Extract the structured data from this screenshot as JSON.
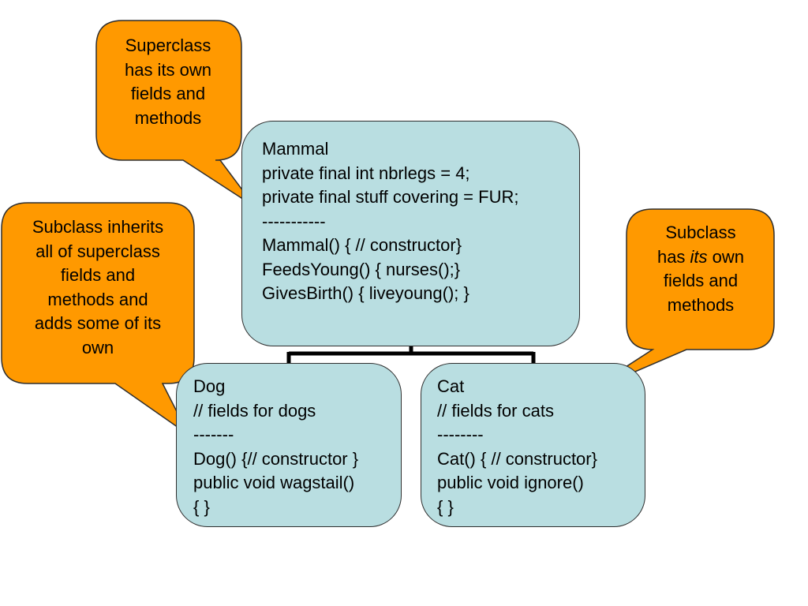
{
  "callouts": {
    "superclass": {
      "lines": [
        "Superclass",
        "has its own",
        "fields and",
        "methods"
      ]
    },
    "subclass_inherits": {
      "lines": [
        "Subclass inherits",
        "all of superclass",
        "fields and",
        "methods and",
        "adds some of its",
        "own"
      ]
    },
    "subclass_own": {
      "line1_a": "has ",
      "line1_em": "its",
      "line1_b": " own",
      "line0": "Subclass",
      "line2": "fields and",
      "line3": "methods"
    }
  },
  "classes": {
    "mammal": {
      "lines": [
        "Mammal",
        "private final int nbrlegs = 4;",
        "private final stuff covering = FUR;",
        "-----------",
        "Mammal() { // constructor}",
        "FeedsYoung() { nurses();}",
        "GivesBirth() { liveyoung(); }"
      ]
    },
    "dog": {
      "lines": [
        "Dog",
        "// fields for dogs",
        "-------",
        "Dog() {// constructor }",
        "public void wagstail()",
        "{ }"
      ]
    },
    "cat": {
      "lines": [
        "Cat",
        "// fields for cats",
        "--------",
        "Cat() { // constructor}",
        "public void ignore()",
        "{ }"
      ]
    }
  },
  "colors": {
    "callout_fill": "#ff9900",
    "class_fill": "#b9dee1",
    "outline": "#2f2f2f"
  }
}
